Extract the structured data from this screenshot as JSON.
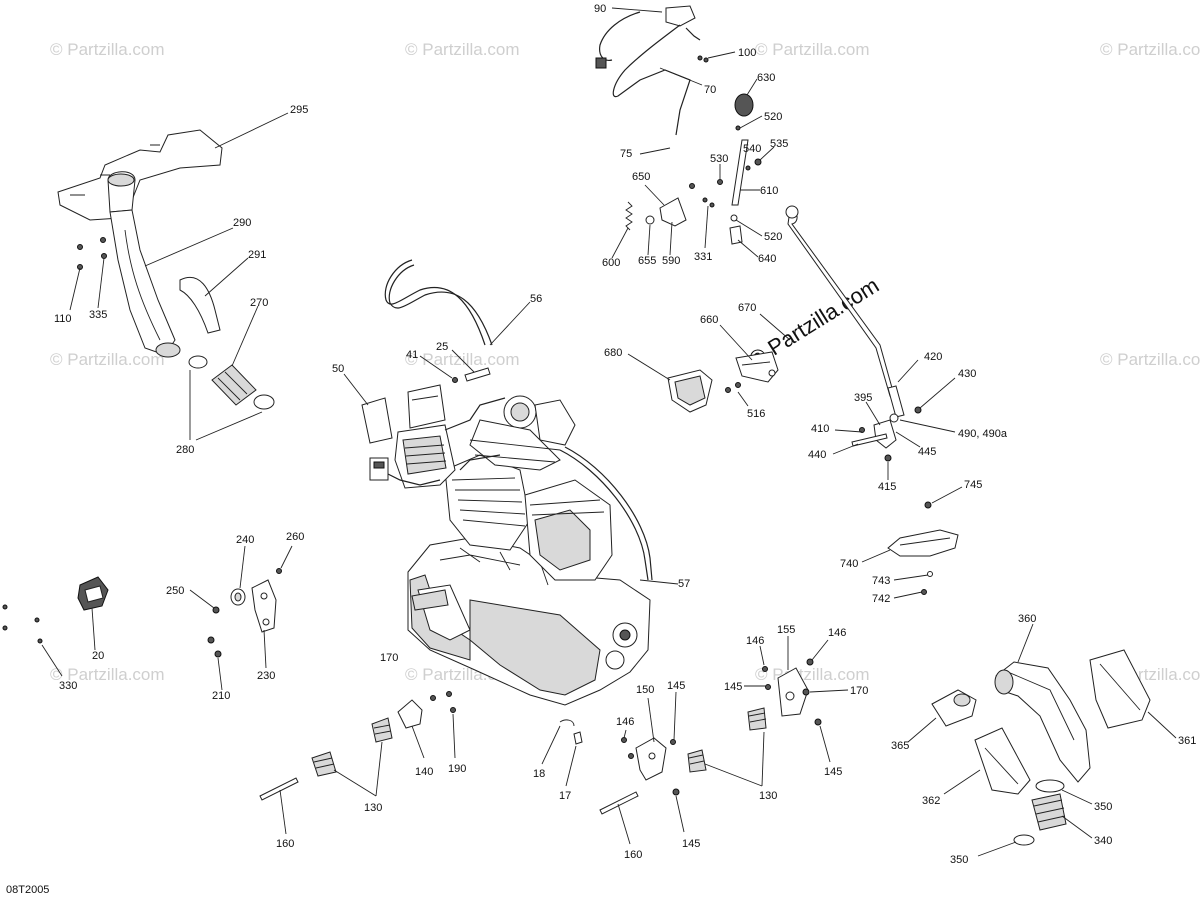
{
  "diagram": {
    "code": "08T2005",
    "watermark": "© Partzilla.com"
  },
  "callouts": {
    "c90": "90",
    "c100": "100",
    "c70": "70",
    "c630": "630",
    "c520a": "520",
    "c75": "75",
    "c530": "530",
    "c540": "540",
    "c535": "535",
    "c650": "650",
    "c610": "610",
    "c520b": "520",
    "c600": "600",
    "c655": "655",
    "c590": "590",
    "c331": "331",
    "c640": "640",
    "c295": "295",
    "c290": "290",
    "c291": "291",
    "c110": "110",
    "c335": "335",
    "c270": "270",
    "c280": "280",
    "c56": "56",
    "c25": "25",
    "c41": "41",
    "c50": "50",
    "c670": "670",
    "c660": "660",
    "c680": "680",
    "c516": "516",
    "c420": "420",
    "c430": "430",
    "c395": "395",
    "c410": "410",
    "c4490": "490, 490a",
    "c440": "440",
    "c445": "445",
    "c415": "415",
    "c745": "745",
    "c740": "740",
    "c743": "743",
    "c742": "742",
    "c57": "57",
    "c240": "240",
    "c260": "260",
    "c250": "250",
    "c230": "230",
    "c210": "210",
    "c20": "20",
    "c330": "330",
    "c360": "360",
    "c361": "361",
    "c365": "365",
    "c362": "362",
    "c350a": "350",
    "c340": "340",
    "c350b": "350",
    "c146a": "146",
    "c155": "155",
    "c146b": "146",
    "c145a": "145",
    "c170a": "170",
    "c150": "150",
    "c145b": "145",
    "c170b": "170",
    "c146c": "146",
    "c145c": "145",
    "c130a": "130",
    "c130b": "130",
    "c140": "140",
    "c190": "190",
    "c18": "18",
    "c17": "17",
    "c160a": "160",
    "c160b": "160",
    "c145d": "145"
  }
}
